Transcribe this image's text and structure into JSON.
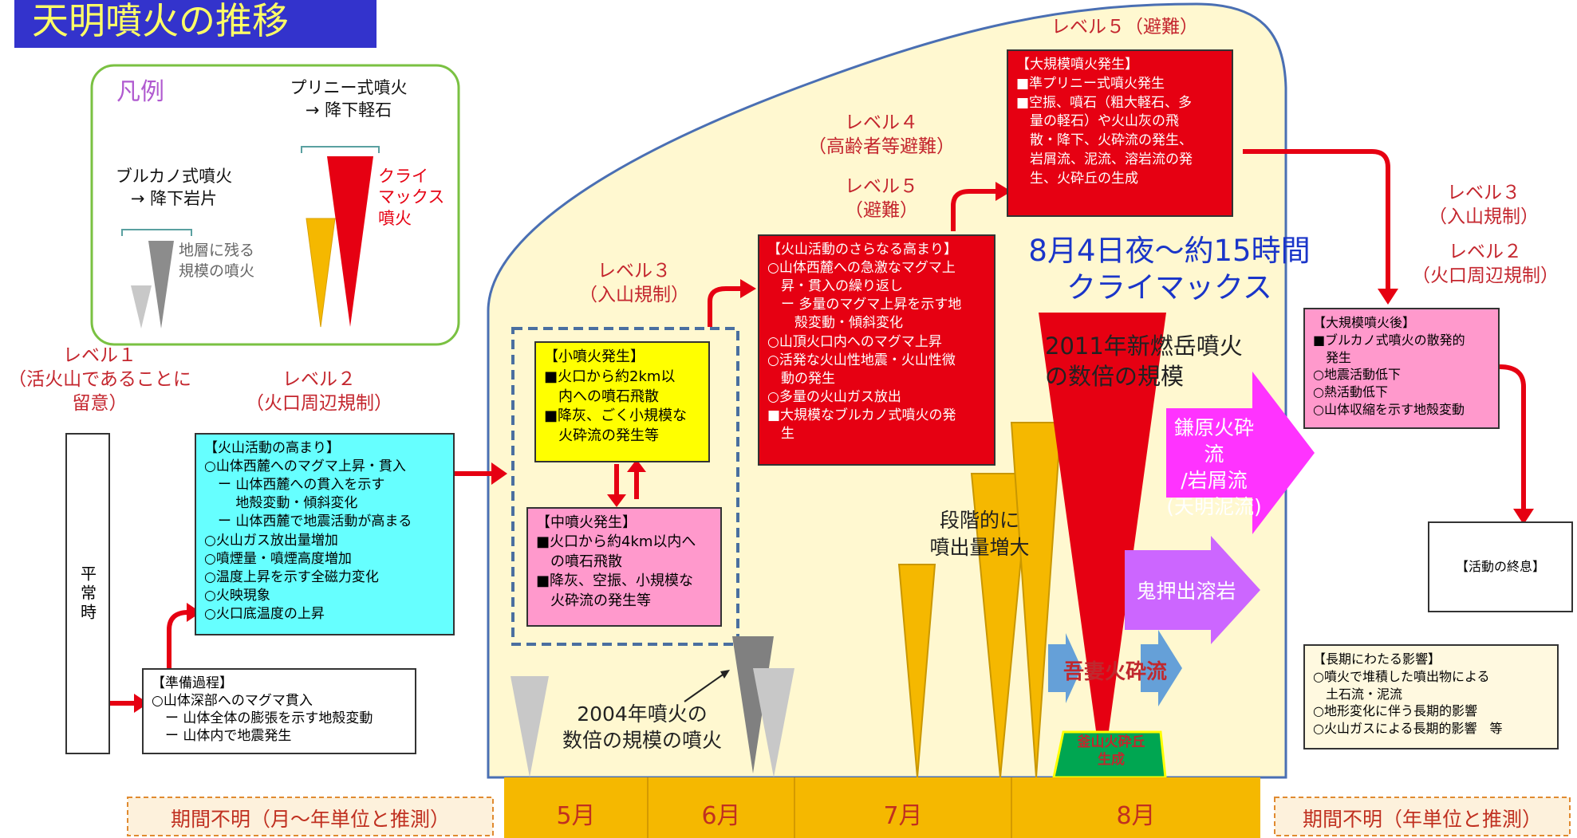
{
  "title": "天明噴火の推移",
  "legend": {
    "heading": "凡例",
    "vulcanian": [
      "ブルカノ式噴火",
      "→ 降下岩片"
    ],
    "plinian": [
      "プリニー式噴火",
      "→ 降下軽石"
    ],
    "climax": [
      "クライ",
      "マックス",
      "噴火"
    ],
    "strata": [
      "地層に残る",
      "規模の噴火"
    ]
  },
  "levels": {
    "level1": [
      "レベル１",
      "（活火山であることに",
      "留意）"
    ],
    "level2": [
      "レベル２",
      "（火口周辺規制）"
    ],
    "level3": [
      "レベル３",
      "（入山規制）"
    ],
    "level4": [
      "レベル４",
      "（高齢者等避難）"
    ],
    "level5_mid": [
      "レベル５",
      "（避難）"
    ],
    "level5_top": "レベル５（避難）",
    "level3_right": [
      "レベル３",
      "（入山規制）"
    ],
    "level2_right": [
      "レベル２",
      "（火口周辺規制）"
    ]
  },
  "normal_time": "平常時",
  "boxes": {
    "prep": [
      "【準備過程】",
      "○山体深部へのマグマ貫入",
      "　ー 山体全体の膨張を示す地殻変動",
      "　ー 山体内で地震発生"
    ],
    "activity_rise": [
      "【火山活動の高まり】",
      "○山体西麓へのマグマ上昇・貫入",
      "　ー 山体西麓への貫入を示す",
      "　　 地殻変動・傾斜変化",
      "　ー 山体西麓で地震活動が高まる",
      "○火山ガス放出量増加",
      "○噴煙量・噴煙高度増加",
      "○温度上昇を示す全磁力変化",
      "○火映現象",
      "○火口底温度の上昇"
    ],
    "small_eruption": [
      "【小噴火発生】",
      "■火口から約2km以",
      "　内への噴石飛散",
      "■降灰、ごく小規模な",
      "　火砕流の発生等"
    ],
    "medium_eruption": [
      "【中噴火発生】",
      "■火口から約4km以内へ",
      "　の噴石飛散",
      "■降灰、空振、小規模な",
      "　火砕流の発生等"
    ],
    "further_rise": [
      "【火山活動のさらなる高まり】",
      "○山体西麓への急激なマグマ上",
      "　昇・貫入の繰り返し",
      "　ー 多量のマグマ上昇を示す地",
      "　　殻変動・傾斜変化",
      "○山頂火口内へのマグマ上昇",
      "○活発な火山性地震・火山性微",
      "　動の発生",
      "○多量の火山ガス放出",
      "■大規模なブルカノ式噴火の発",
      "　生"
    ],
    "large_eruption": [
      "【大規模噴火発生】",
      "■準プリニー式噴火発生",
      "■空振、噴石（粗大軽石、多",
      "　量の軽石）や火山灰の飛",
      "　散・降下、火砕流の発生、",
      "　岩屑流、泥流、溶岩流の発",
      "　生、火砕丘の生成"
    ],
    "after_large": [
      "【大規模噴火後】",
      "■ブルカノ式噴火の散発的",
      "　発生",
      "○地震活動低下",
      "○熱活動低下",
      "○山体収縮を示す地殻変動"
    ],
    "end": "【活動の終息】",
    "long_term": [
      "【長期にわたる影響】",
      "○噴火で堆積した噴出物による",
      "　土石流・泥流",
      "○地形変化に伴う長期的影響",
      "○火山ガスによる長期的影響　等"
    ]
  },
  "annotations": {
    "climax_time": "8月4日夜～約15時間",
    "climax": "クライマックス",
    "shinmoe": [
      "2011年新燃岳噴火",
      "の数倍の規模"
    ],
    "stepwise": [
      "段階的に",
      "噴出量増大"
    ],
    "eruption2004": [
      "2004年噴火の",
      "数倍の規模の噴火"
    ],
    "kambara": [
      "鎌原火砕流",
      "/岩屑流",
      "(天明泥流)"
    ],
    "onioshidashi": "鬼押出溶岩",
    "agatsuma": "吾妻火砕流",
    "kamayama": [
      "釜山火砕丘",
      "生成"
    ]
  },
  "timeline": {
    "left_unknown": "期間不明（月～年単位と推測）",
    "months": [
      "5月",
      "6月",
      "7月",
      "8月"
    ],
    "right_unknown": "期間不明（年単位と推測）"
  },
  "colors": {
    "title_bg": "#3333cc",
    "title_text": "#ffff66",
    "level_text": "#c4262e",
    "cyan_box": "#66ffff",
    "yellow_box": "#ffff00",
    "pink_box": "#ff99cc",
    "red_box": "#e60012",
    "magenta_arrow": "#ff33ff",
    "violet_arrow": "#cc66ff",
    "orange_cone": "#f5b800",
    "blue_text": "#1a35c9",
    "timeline_bg": "#f5b800"
  }
}
